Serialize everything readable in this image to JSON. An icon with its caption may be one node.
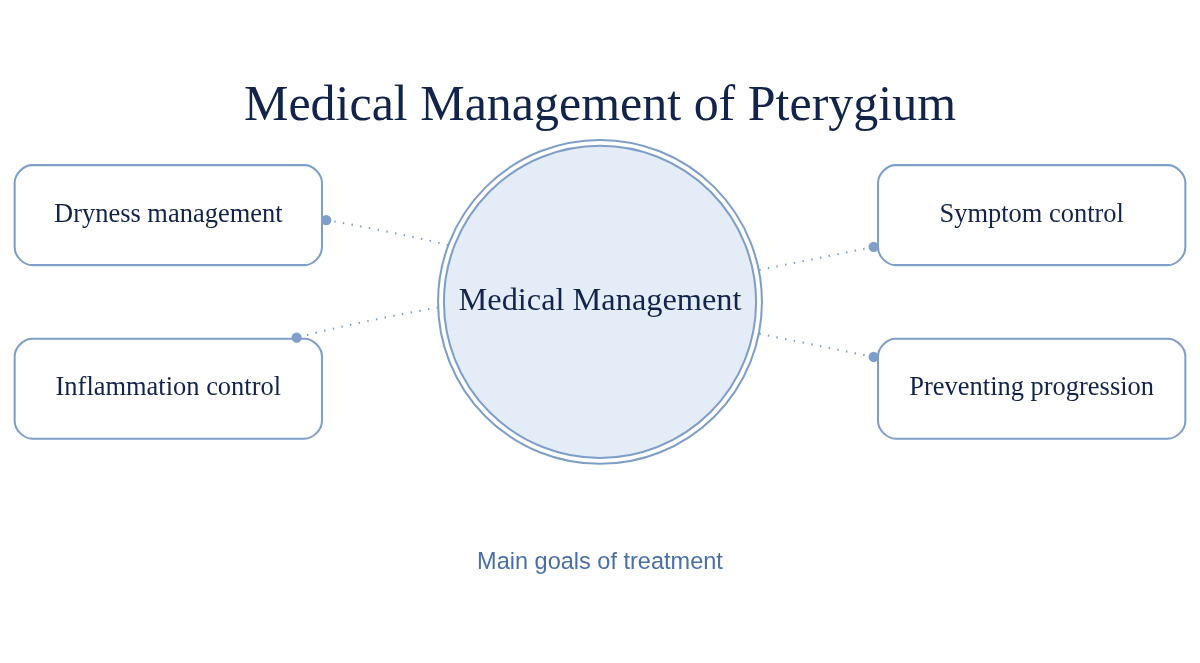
{
  "diagram": {
    "title": "Medical Management of Pterygium",
    "nodes": [
      {
        "text": [
          "Medical Management"
        ]
      },
      {
        "text": [
          "Dryness management"
        ]
      },
      {
        "text": [
          "Symptom control"
        ]
      },
      {
        "text": [
          "Inflammation control"
        ]
      },
      {
        "text": [
          "Preventing progression"
        ]
      }
    ],
    "edges": [
      {
        "from": 0,
        "to": 1,
        "arrow": "other",
        "style": "dashed"
      },
      {
        "from": 0,
        "to": 2,
        "arrow": "other",
        "style": "dashed"
      },
      {
        "from": 0,
        "to": 3,
        "arrow": "other",
        "style": "dashed"
      },
      {
        "from": 0,
        "to": 4,
        "arrow": "other",
        "style": "dashed"
      }
    ],
    "labels": [
      "Main goals of treatment"
    ]
  }
}
